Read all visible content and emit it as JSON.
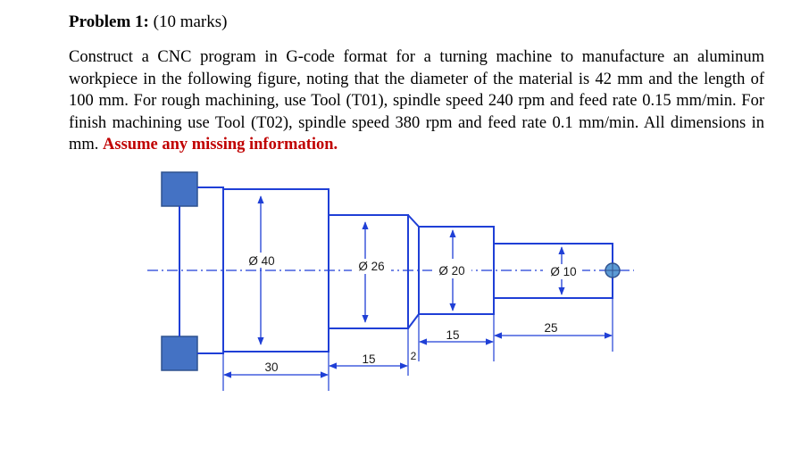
{
  "problem": {
    "title": "Problem 1:",
    "marks": "(10 marks)",
    "statement": "Construct a CNC program in G-code format for a turning machine to manufacture an aluminum workpiece in the following figure, noting that the diameter of the material is 42 mm and the length of 100 mm. For rough machining, use Tool (T01), spindle speed 240 rpm and feed rate 0.15 mm/min. For finish machining use Tool (T02), spindle speed 380 rpm and feed rate 0.1 mm/min. All dimensions in mm.",
    "note": "Assume any missing information."
  },
  "figure": {
    "diameters": [
      "Ø 40",
      "Ø 26",
      "Ø 20",
      "Ø 10"
    ],
    "lengths": [
      "30",
      "15",
      "2",
      "15",
      "25"
    ],
    "colors": {
      "outline": "#1f3fd6",
      "chuck_fill": "#4472c4",
      "chuck_border": "#2f528f",
      "dimension": "#1f3fd6",
      "origin": "#5b9bd5"
    }
  }
}
